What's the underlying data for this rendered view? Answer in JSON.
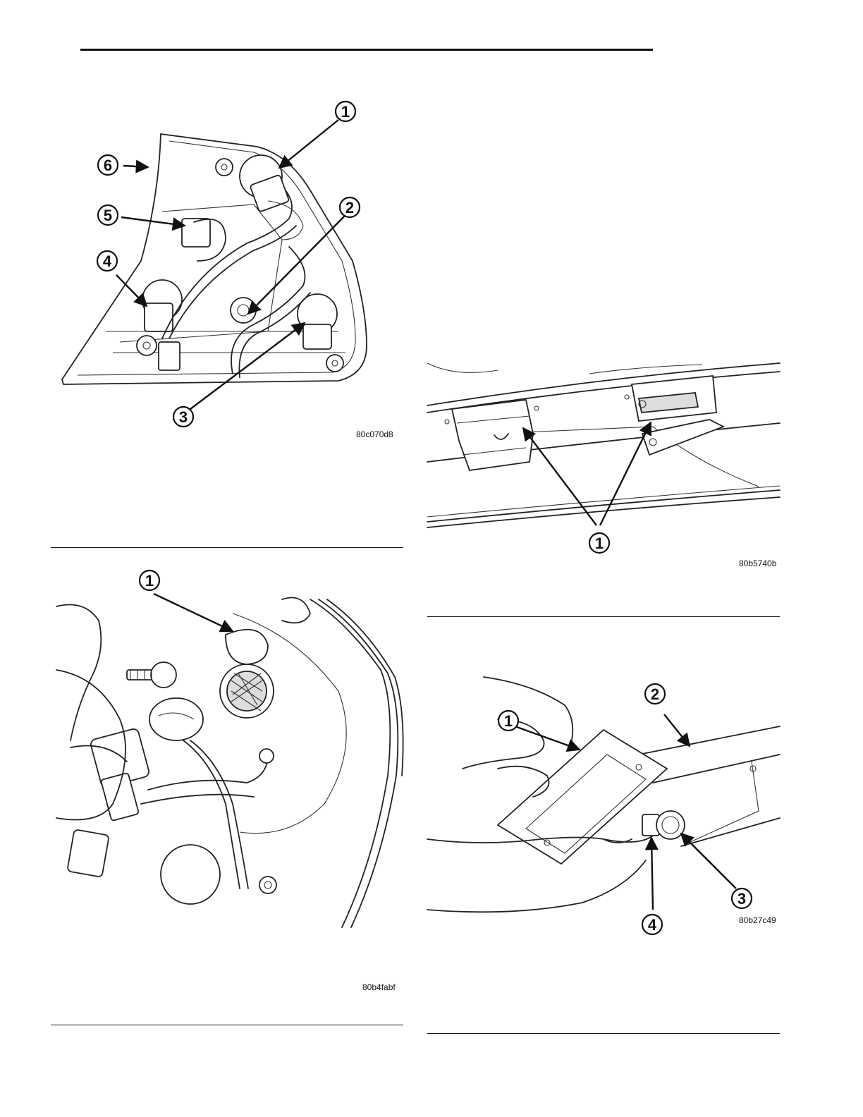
{
  "figures": [
    {
      "code": "80c070d8",
      "callouts": [
        "1",
        "2",
        "3",
        "4",
        "5",
        "6"
      ]
    },
    {
      "code": "80b4fabf",
      "callouts": [
        "1"
      ]
    },
    {
      "code": "80b5740b",
      "callouts": [
        "1"
      ]
    },
    {
      "code": "80b27c49",
      "callouts": [
        "1",
        "2",
        "3",
        "4"
      ]
    }
  ]
}
